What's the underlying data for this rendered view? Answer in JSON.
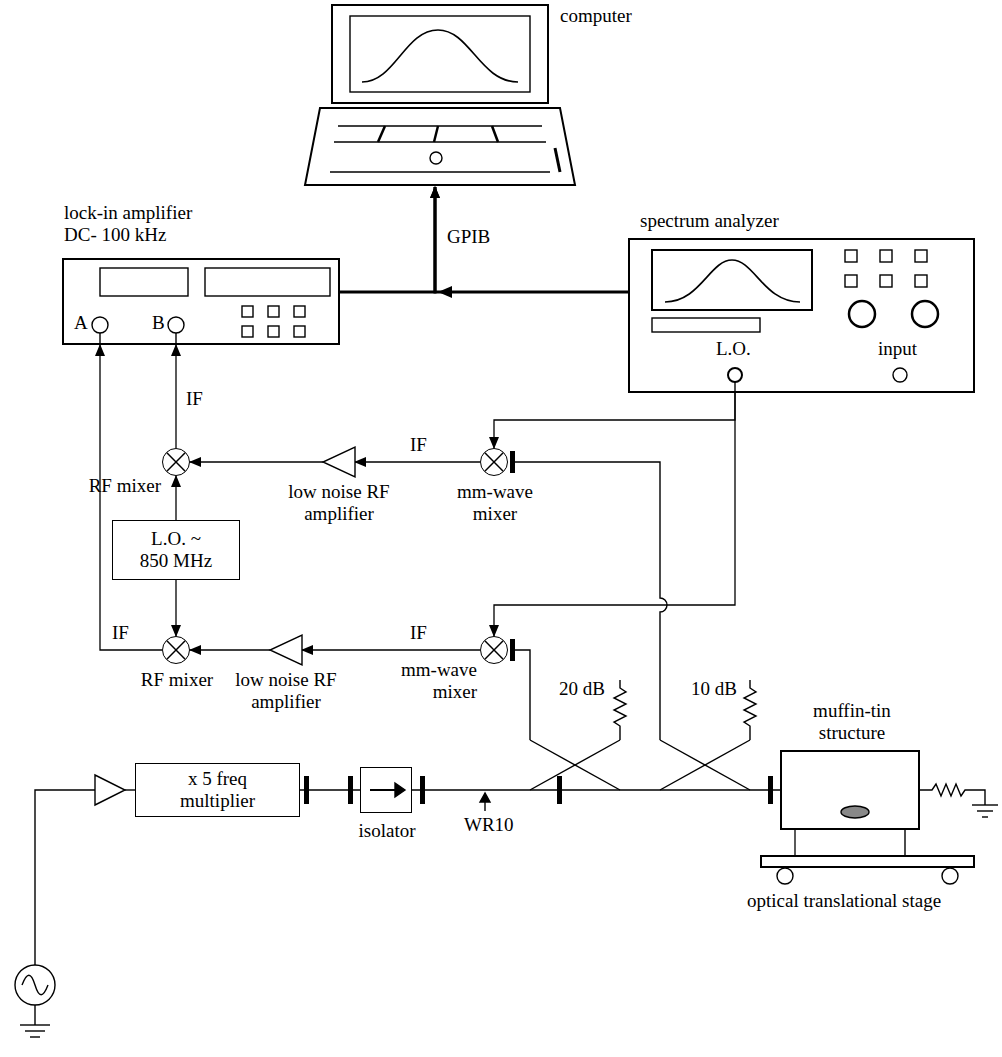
{
  "diagram": {
    "nodes": [
      {
        "text": [
          "computer"
        ]
      },
      {
        "text": [
          "lock-in amplifier DC- 100 kHz",
          "A",
          "B"
        ]
      },
      {
        "text": [
          "spectrum analyzer",
          "L.O.",
          "input"
        ]
      },
      {
        "text": [
          "RF mixer"
        ]
      },
      {
        "text": [
          "low noise RF amplifier"
        ]
      },
      {
        "text": [
          "mm-wave mixer"
        ]
      },
      {
        "text": [
          "L.O. ~ 850 MHz"
        ]
      },
      {
        "text": [
          "mm-wave mixer"
        ]
      },
      {
        "text": [
          "RF mixer"
        ]
      },
      {
        "text": [
          "low noise RF amplifier"
        ]
      },
      {
        "text": [
          "x 5 freq multiplier"
        ]
      },
      {
        "text": [
          "isolator"
        ]
      },
      {
        "text": [
          "muffin-tin structure"
        ]
      },
      {
        "text": [
          "optical translational stage"
        ]
      }
    ],
    "edges": [
      {
        "from": 1,
        "to": 0,
        "arrow": "to",
        "label": "GPIB"
      },
      {
        "from": 2,
        "to": 0,
        "arrow": "to"
      },
      {
        "from": 10,
        "to": 11,
        "arrow": "none"
      },
      {
        "from": 11,
        "to": 12,
        "arrow": "none"
      },
      {
        "from": 12,
        "to": 13,
        "arrow": "none"
      },
      {
        "from": 2,
        "to": 5,
        "arrow": "to"
      },
      {
        "from": 2,
        "to": 7,
        "arrow": "to"
      },
      {
        "from": 5,
        "to": 4,
        "arrow": "to",
        "label": "IF"
      },
      {
        "from": 4,
        "to": 3,
        "arrow": "to"
      },
      {
        "from": 3,
        "to": 1,
        "arrow": "to",
        "label": "IF"
      },
      {
        "from": 6,
        "to": 3,
        "arrow": "to"
      },
      {
        "from": 6,
        "to": 8,
        "arrow": "to"
      },
      {
        "from": 7,
        "to": 9,
        "arrow": "to",
        "label": "IF"
      },
      {
        "from": 9,
        "to": 8,
        "arrow": "to"
      },
      {
        "from": 8,
        "to": 1,
        "arrow": "to",
        "label": "IF"
      }
    ],
    "labels": [
      "20 dB",
      "10 dB",
      "WR10"
    ]
  }
}
